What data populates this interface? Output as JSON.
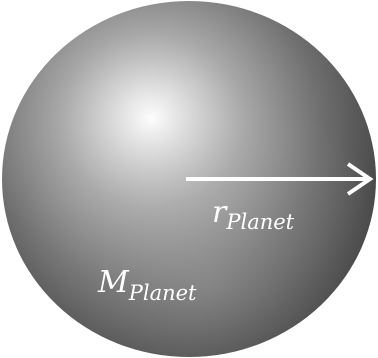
{
  "diagram": {
    "radius_symbol": "r",
    "radius_subscript": "Planet",
    "mass_symbol": "M",
    "mass_subscript": "Planet"
  },
  "colors": {
    "background": "#ffffff",
    "sphere_highlight": "#ffffff",
    "sphere_mid": "#9a9a9a",
    "sphere_dark": "#3a3a3a",
    "arrow": "#ffffff",
    "label": "#ffffff"
  }
}
